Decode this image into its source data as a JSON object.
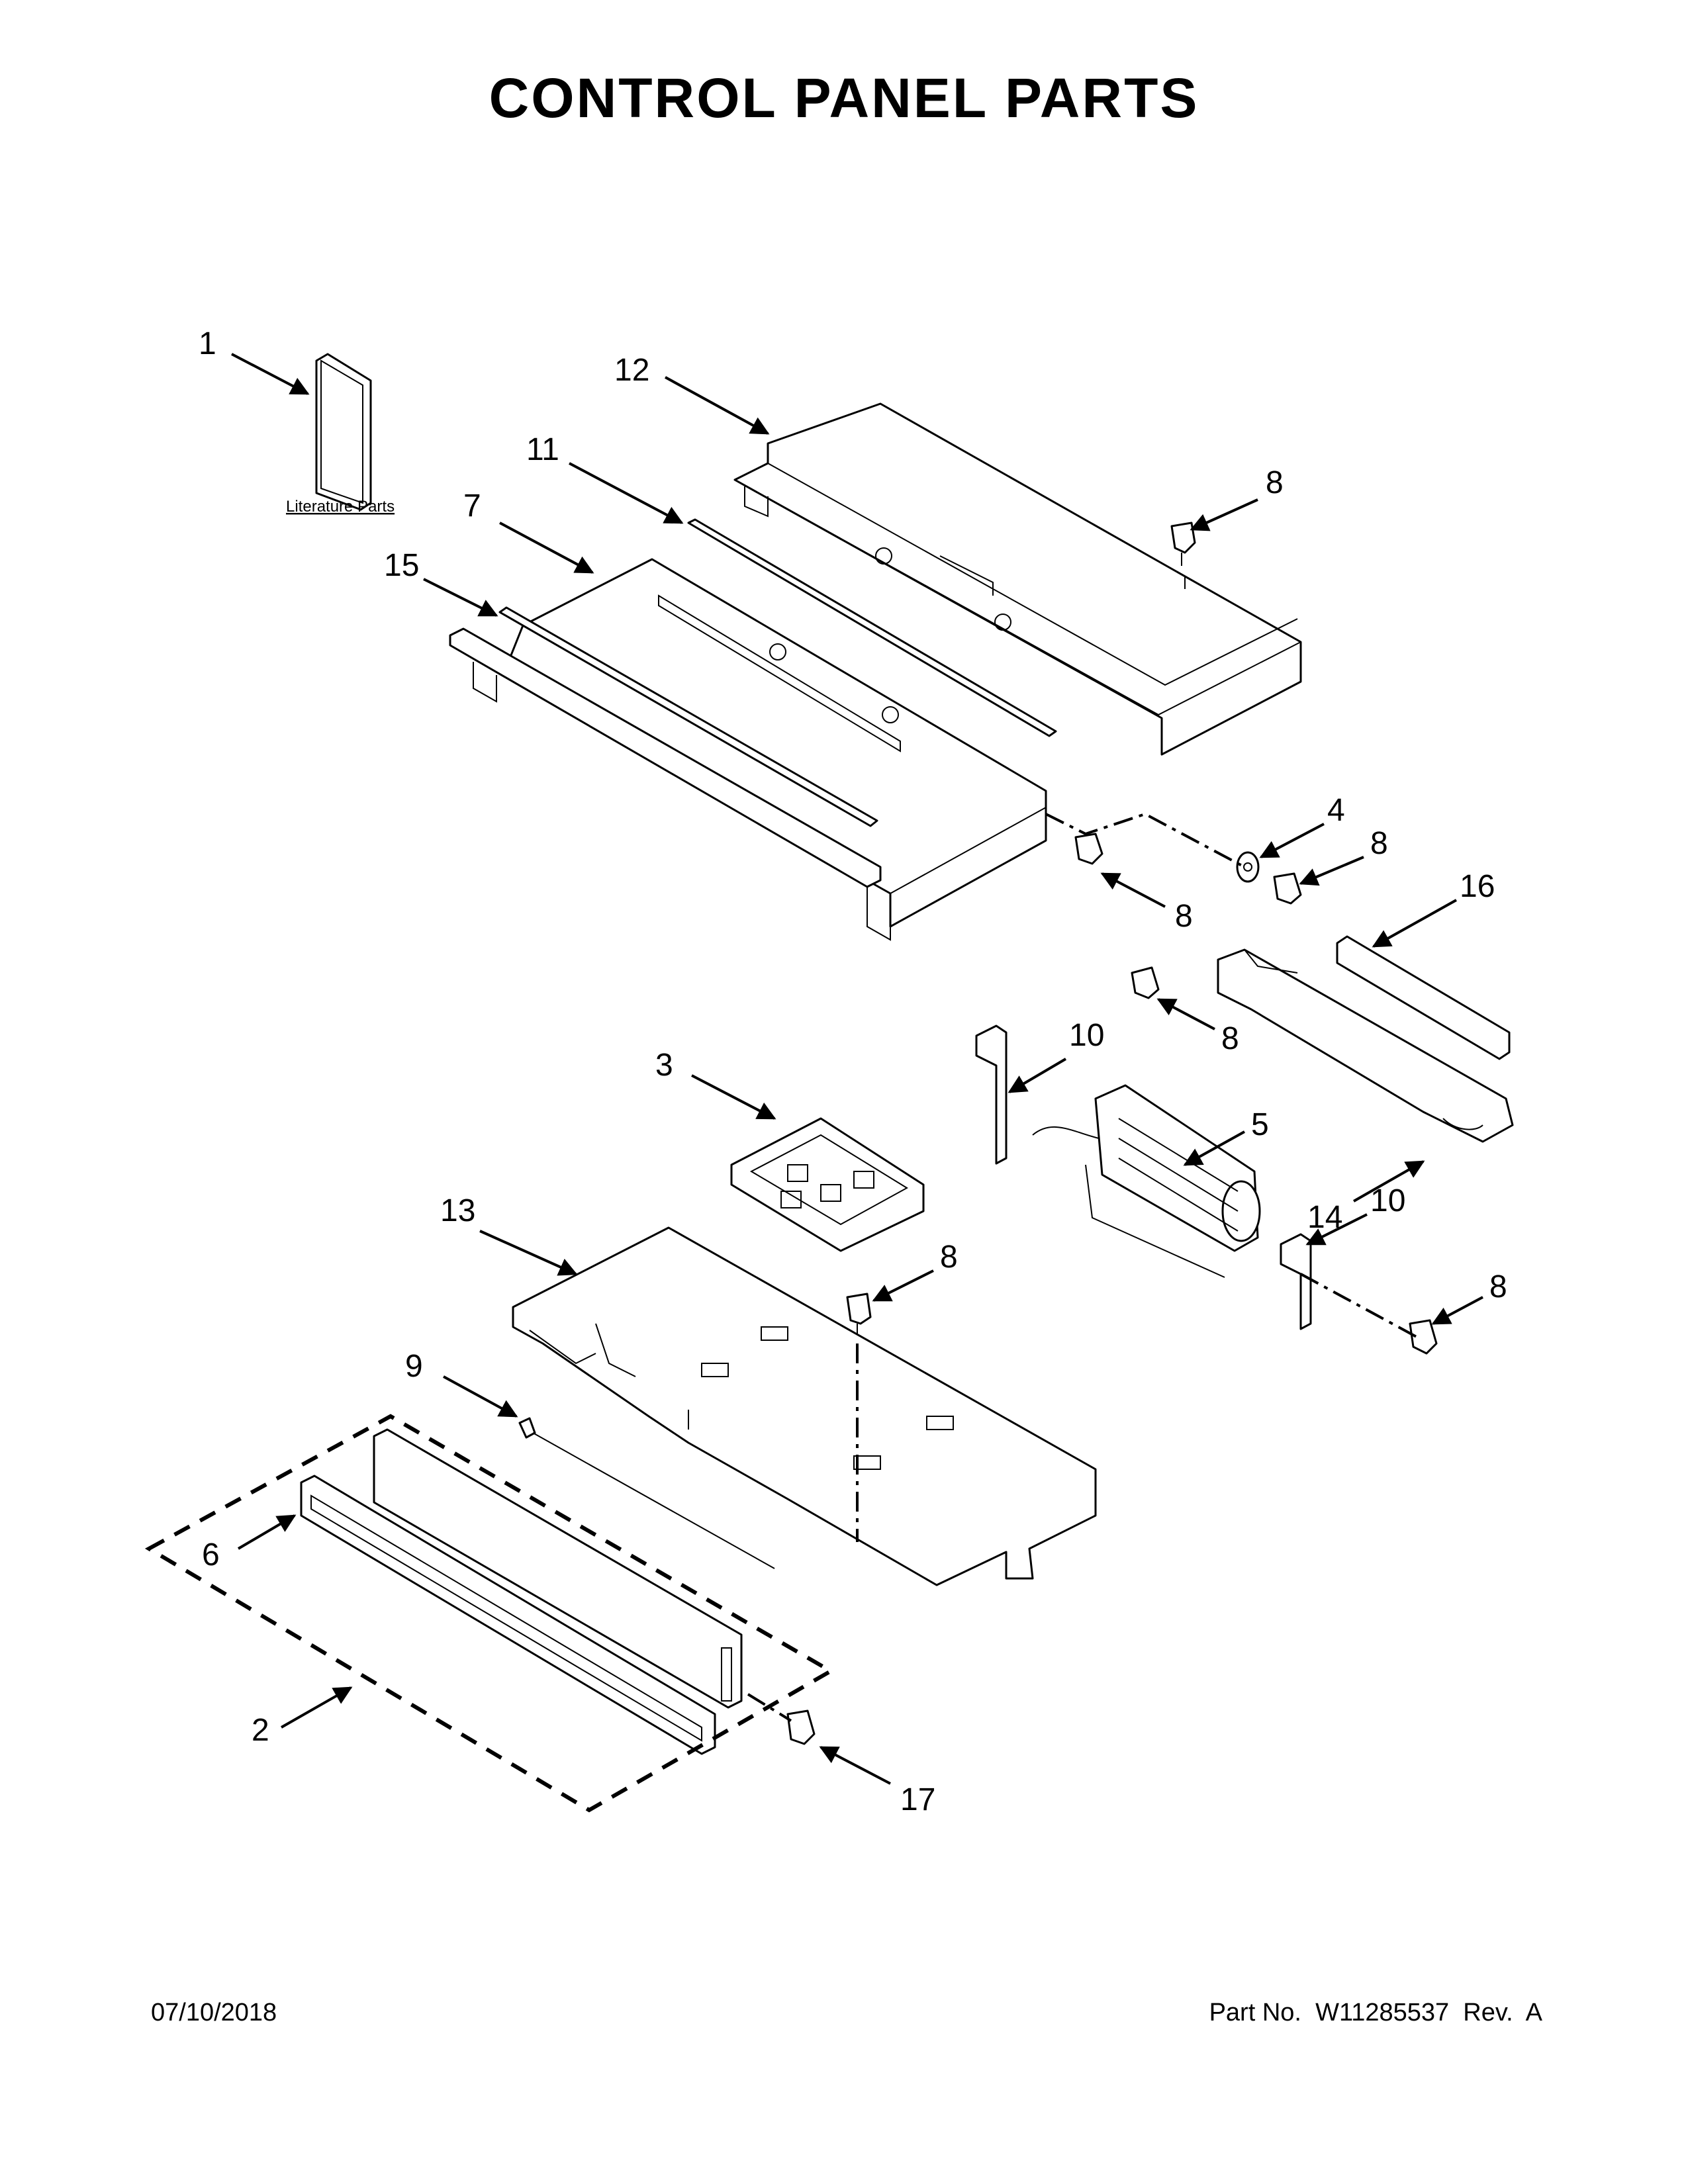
{
  "title": "CONTROL PANEL PARTS",
  "footer": {
    "date": "07/10/2018",
    "part_number": "Part No.  W11285537  Rev.  A"
  },
  "literature_label": "Literature Parts",
  "callouts": {
    "c1": "1",
    "c12": "12",
    "c11": "11",
    "c7": "7",
    "c15": "15",
    "c8a": "8",
    "c4": "4",
    "c8b": "8",
    "c8c": "8",
    "c16": "16",
    "c8d": "8",
    "c10a": "10",
    "c3": "3",
    "c5": "5",
    "c14": "14",
    "c13": "13",
    "c8e": "8",
    "c10b": "10",
    "c8f": "8",
    "c9": "9",
    "c6": "6",
    "c2": "2",
    "c17": "17"
  }
}
